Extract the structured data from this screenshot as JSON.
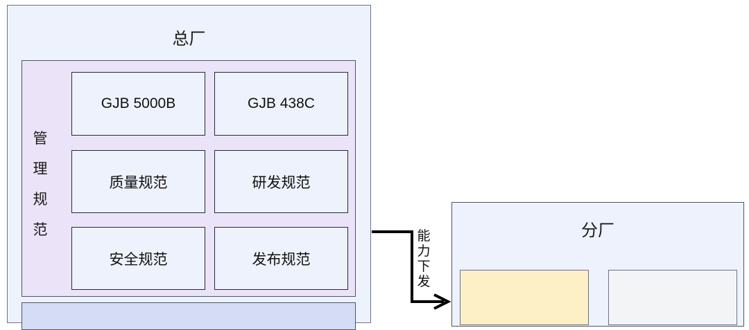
{
  "headquarters": {
    "title": "总厂",
    "management": {
      "label": [
        "管",
        "理",
        "规",
        "范"
      ],
      "cells": [
        "GJB 5000B",
        "GJB 438C",
        "质量规范",
        "研发规范",
        "安全规范",
        "发布规范"
      ]
    }
  },
  "arrow": {
    "label": [
      "能",
      "力",
      "下",
      "发"
    ]
  },
  "branch": {
    "title": "分厂"
  }
}
